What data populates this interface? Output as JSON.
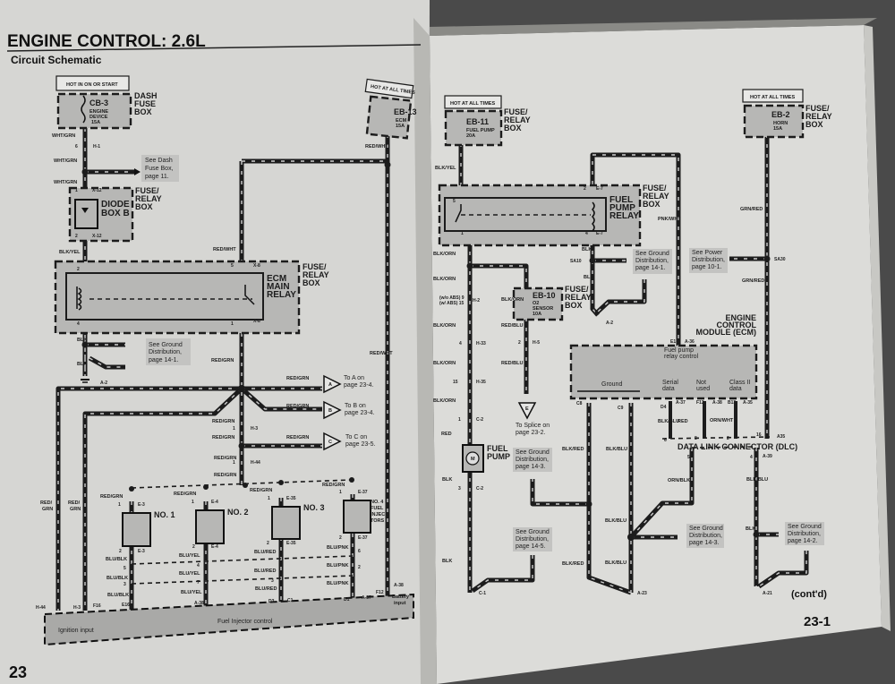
{
  "left_page": {
    "title": "ENGINE CONTROL: 2.6L",
    "subtitle": "Circuit Schematic",
    "page_number": "23",
    "hot_label": "HOT IN ON OR START",
    "cb3": {
      "id": "CB-3",
      "desc": [
        "ENGINE",
        "DEVICE",
        "15A"
      ],
      "location": [
        "DASH",
        "FUSE",
        "BOX"
      ]
    },
    "hot_label_2": "HOT AT ALL TIMES",
    "eb13": {
      "id": "EB-13",
      "desc": [
        "ECM",
        "15A"
      ]
    },
    "diode": {
      "name": [
        "DIODE",
        "BOX B"
      ],
      "location": [
        "FUSE/",
        "RELAY",
        "BOX"
      ]
    },
    "relay": {
      "name": [
        "ECM",
        "MAIN",
        "RELAY"
      ],
      "location": [
        "FUSE/",
        "RELAY",
        "BOX"
      ]
    },
    "refs": {
      "dash_fuse": [
        "See Dash",
        "Fuse Box,",
        "page 11."
      ],
      "ground": [
        "See Ground",
        "Distribution,",
        "page 14-1."
      ]
    },
    "arrows": [
      {
        "letter": "A",
        "text": [
          "To A on",
          "page 23-4."
        ]
      },
      {
        "letter": "B",
        "text": [
          "To B on",
          "page 23-4."
        ]
      },
      {
        "letter": "C",
        "text": [
          "To C on",
          "page 23-5."
        ]
      }
    ],
    "injectors": [
      "NO. 1",
      "NO. 2",
      "NO. 3",
      "NO. 4",
      "FUEL",
      "INJEC-",
      "TORS"
    ],
    "wires": [
      "WHT/GRN",
      "WHT/GRN",
      "WHT/GRN",
      "BLK/YEL",
      "RED/WHT",
      "RED/WHT",
      "BLK",
      "BLK",
      "RED/GRN",
      "RED/WHT",
      "RED/GRN",
      "RED/GRN",
      "RED/GRN",
      "RED/GRN",
      "RED/GRN",
      "RED/GRN",
      "RED/GRN",
      "RED/",
      "GRN",
      "RED/",
      "GRN",
      "RED/GRN",
      "RED/GRN",
      "RED/GRN",
      "RED/GRN",
      "BLU/BLK",
      "BLU/BLK",
      "BLU/BLK",
      "BLU/YEL",
      "BLU/YEL",
      "BLU/YEL",
      "BLU/RED",
      "BLU/RED",
      "BLU/RED",
      "BLU/PNK",
      "BLU/PNK",
      "BLU/PNK"
    ],
    "pins": [
      "6",
      "H-1",
      "1",
      "X-12",
      "2",
      "X-12",
      "2",
      "5",
      "X-8",
      "4",
      "1",
      "X-8",
      "A-2",
      "1",
      "H-3",
      "1",
      "H-44",
      "1",
      "E-3",
      "1",
      "E-4",
      "1",
      "E-35",
      "1",
      "E-37",
      "2",
      "E-3",
      "2",
      "E-4",
      "2",
      "E-35",
      "2",
      "E-37",
      "5",
      "4",
      "3",
      "7",
      "3",
      "6",
      "2",
      "H-44",
      "H-3",
      "F16",
      "E16",
      "A-38",
      "D3",
      "C1",
      "D1",
      "A-37",
      "F12",
      "A-38",
      "A4",
      "A-39"
    ],
    "ecm": {
      "ignition": "Ignition input",
      "injector": "Fuel Injector control",
      "battery": [
        "Battery",
        "input"
      ]
    }
  },
  "right_page": {
    "page_number": "23-1",
    "contd": "(cont'd)",
    "hot_label": "HOT AT ALL TIMES",
    "eb11": {
      "id": "EB-11",
      "desc": [
        "FUEL PUMP",
        "20A"
      ]
    },
    "eb2": {
      "id": "EB-2",
      "desc": [
        "HORN",
        "15A"
      ]
    },
    "eb10": {
      "id": "EB-10",
      "desc": [
        "O2",
        "SENSOR",
        "10A"
      ]
    },
    "fuse_relay_box": [
      "FUSE/",
      "RELAY",
      "BOX"
    ],
    "relay": {
      "name": [
        "FUEL",
        "PUMP",
        "RELAY"
      ]
    },
    "fuel_pump": [
      "FUEL",
      "PUMP"
    ],
    "motor": "M",
    "splice": {
      "letter": "E",
      "text": [
        "To Splice on",
        "page 23-2."
      ]
    },
    "refs": {
      "ground_14_1": [
        "See Ground",
        "Distribution,",
        "page 14-1."
      ],
      "power_10_1": [
        "See Power",
        "Distribution,",
        "page 10-1."
      ],
      "ground_14_3a": [
        "See Ground",
        "Distribution,",
        "page 14-3."
      ],
      "ground_14_5": [
        "See Ground",
        "Distribution,",
        "page 14-5."
      ],
      "ground_14_3b": [
        "See Ground",
        "Distribution,",
        "page 14-3."
      ],
      "ground_14_2": [
        "See Ground",
        "Distribution,",
        "page 14-2."
      ]
    },
    "ecm": {
      "title": [
        "ENGINE",
        "CONTROL",
        "MODULE (ECM)"
      ],
      "fuel_pump_control": [
        "Fuel pump",
        "relay control"
      ],
      "ground": "Ground",
      "serial": [
        "Serial",
        "data"
      ],
      "not_used": [
        "Not",
        "used"
      ],
      "class2": [
        "Class II",
        "data"
      ]
    },
    "dlc": "DATA LINK CONNECTOR (DLC)",
    "wires": [
      "BLK/YEL",
      "PNK/WHT",
      "GRN/RED",
      "GRN/RED",
      "BLK",
      "BLK",
      "BLK/ORN",
      "BLK/ORN",
      "BLK/ORN",
      "BLK/ORN",
      "BLK/ORN",
      "RED/BLU",
      "RED/BLU",
      "BLK/ORN",
      "RED",
      "BLK",
      "BLK",
      "BLK/RED",
      "BLK/BLU",
      "BLK/BLU",
      "BLK/BLU",
      "BLK/RED",
      "BLK/BLU",
      "RED",
      "ORN/WHT",
      "ORN/BLK",
      "BLK/BLU",
      "BLK",
      "BLK",
      "BLK"
    ],
    "pins": [
      "5",
      "2",
      "E-7",
      "1",
      "4",
      "E-7",
      "SA10",
      "SA30",
      "A-2",
      "(w/o ABS) 9",
      "(w/ ABS) 15",
      "H-2",
      "4",
      "H-33",
      "15",
      "H-35",
      "1",
      "C-2",
      "3",
      "C-2",
      "C-1",
      "2",
      "H-5",
      "E13",
      "A-36",
      "C8",
      "C9",
      "D4",
      "A-37",
      "F12",
      "A-38",
      "B13",
      "A-35",
      "6",
      "8",
      "2",
      "16",
      "A35",
      "5",
      "4",
      "A-39",
      "A-23",
      "A-21"
    ]
  }
}
